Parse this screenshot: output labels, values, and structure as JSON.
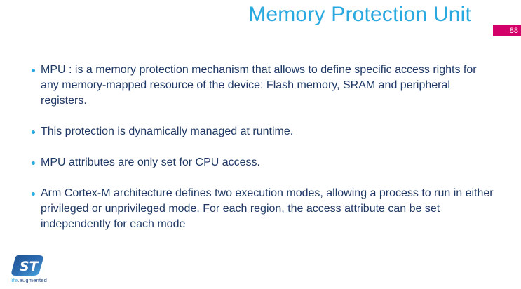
{
  "slide": {
    "title": "Memory Protection Unit",
    "page_number": "88"
  },
  "bullets": [
    {
      "text": "MPU :  is a memory protection mechanism that allows to define specific access rights for any memory-mapped resource of the device: Flash memory, SRAM and peripheral registers."
    },
    {
      "text": "This protection is dynamically managed at runtime."
    },
    {
      "text": "MPU attributes are only set for CPU access."
    },
    {
      "text": "Arm Cortex-M architecture defines two execution modes, allowing a process to run in either privileged or unprivileged mode. For each region, the access attribute can be set independently for each mode"
    }
  ],
  "logo": {
    "monogram": "ST",
    "tagline_life": "life",
    "tagline_augmented": ".augmented"
  },
  "colors": {
    "title": "#29A9E0",
    "body_text": "#1F3864",
    "bullet_dot": "#29A9E0",
    "page_badge_bg": "#D4006A",
    "page_badge_text": "#FFFFFF",
    "logo_gradient_dark": "#1D4F8F",
    "logo_gradient_light": "#4FA8DC"
  }
}
